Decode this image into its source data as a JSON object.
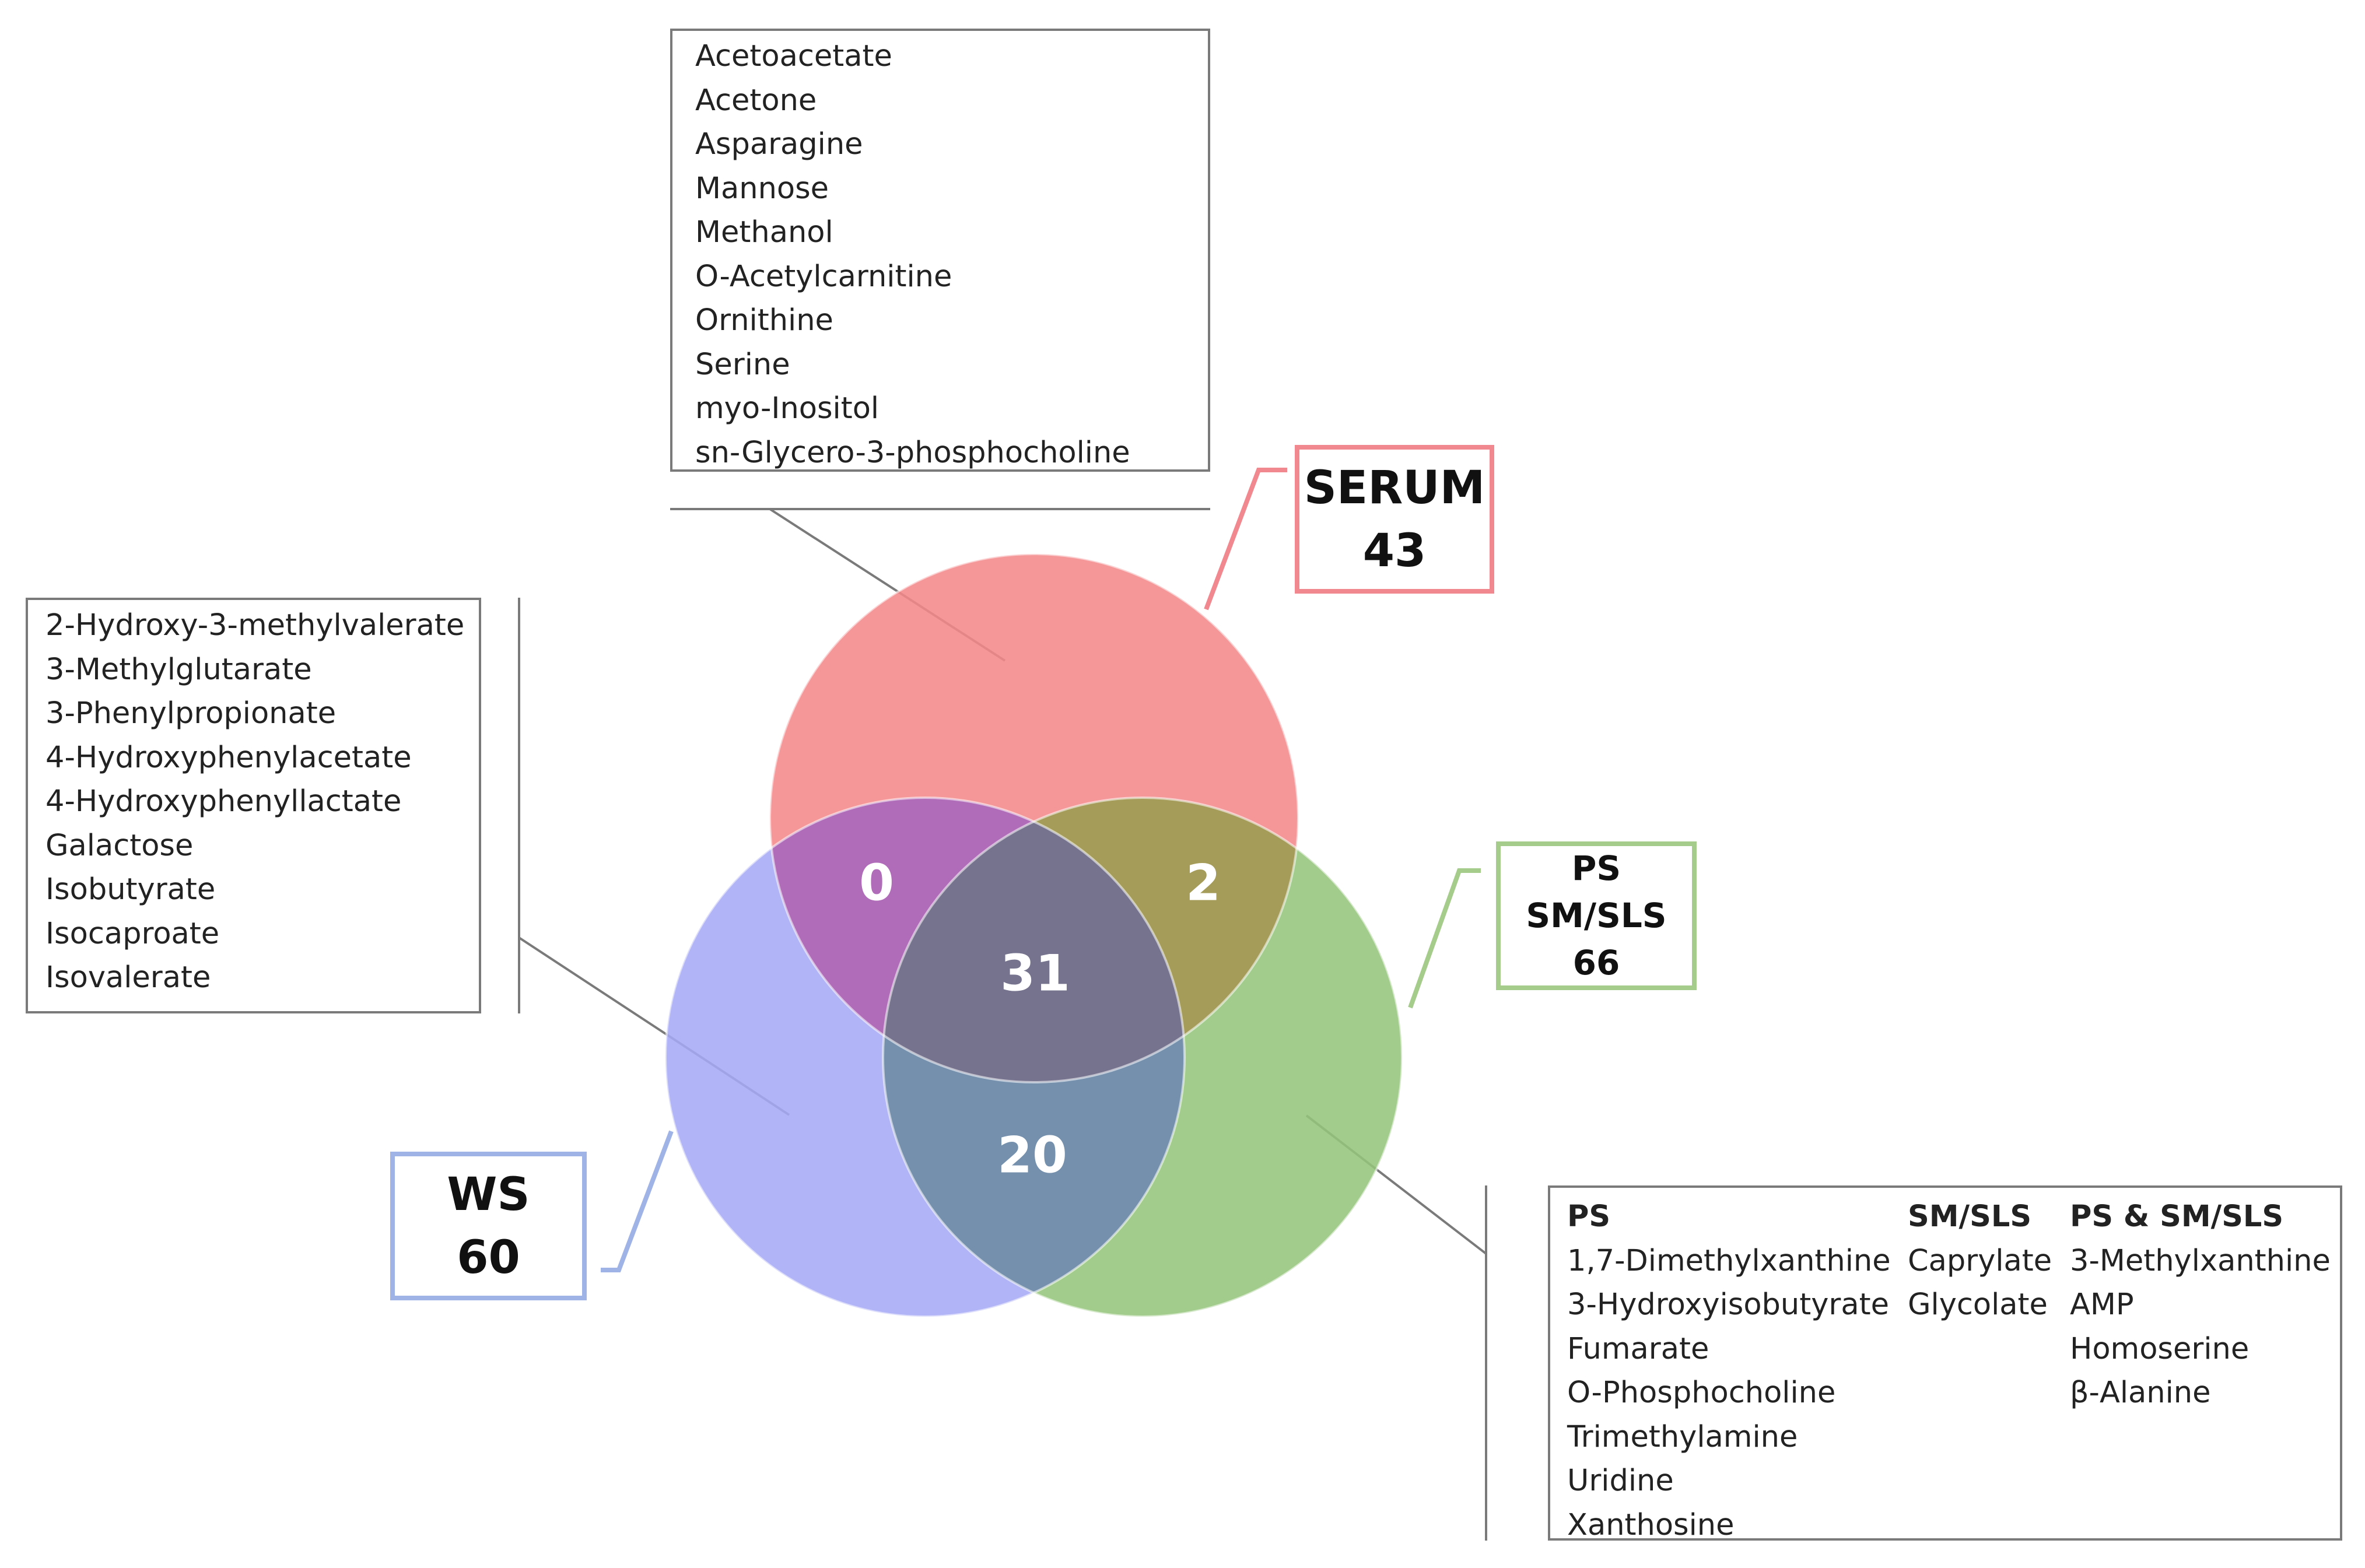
{
  "sets": {
    "serum": {
      "name": "SERUM",
      "count": "43",
      "color": "#f4878a"
    },
    "ps": {
      "name": "PS",
      "name2": "SM/SLS",
      "count": "66",
      "color": "#94c47a"
    },
    "ws": {
      "name": "WS",
      "count": "60",
      "color": "#a5a9f5"
    }
  },
  "regions": {
    "serum_ws": "0",
    "serum_ps": "2",
    "all_three": "31",
    "ws_ps": "20"
  },
  "serum_only_list": [
    "Acetoacetate",
    "Acetone",
    "Asparagine",
    "Mannose",
    "Methanol",
    "O-Acetylcarnitine",
    "Ornithine",
    "Serine",
    "myo-Inositol",
    "sn-Glycero-3-phosphocholine"
  ],
  "ws_only_list": [
    "2-Hydroxy-3-methylvalerate",
    "3-Methylglutarate",
    "3-Phenylpropionate",
    "4-Hydroxyphenylacetate",
    "4-Hydroxyphenyllactate",
    "Galactose",
    "Isobutyrate",
    "Isocaproate",
    "Isovalerate"
  ],
  "ps_only_box": {
    "col_ps": {
      "header": "PS",
      "items": [
        "1,7-Dimethylxanthine",
        "3-Hydroxyisobutyrate",
        "Fumarate",
        "O-Phosphocholine",
        "Trimethylamine",
        "Uridine",
        "Xanthosine"
      ]
    },
    "col_smsls": {
      "header": "SM/SLS",
      "items": [
        "Caprylate",
        "Glycolate"
      ]
    },
    "col_both": {
      "header": "PS & SM/SLS",
      "items": [
        "3-Methylxanthine",
        "AMP",
        "Homoserine",
        "β-Alanine"
      ]
    }
  }
}
